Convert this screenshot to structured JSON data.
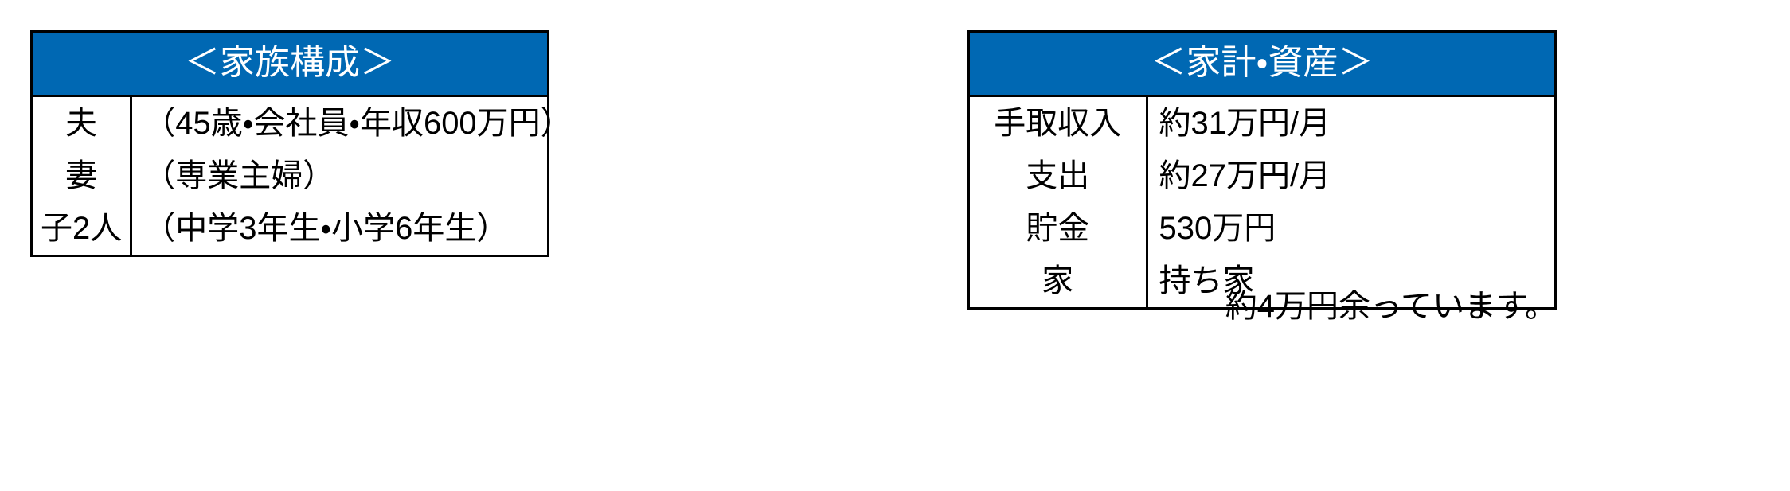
{
  "colors": {
    "header_blue": "#0068b3",
    "header_text": "#ffffff",
    "border": "#000000",
    "body_text": "#000000",
    "background": "#ffffff"
  },
  "family_table": {
    "header": "＜家族構成＞",
    "rows": [
      {
        "label": "夫",
        "value": "（45歳・会社員・年収600万円）"
      },
      {
        "label": "妻",
        "value": "（専業主婦）"
      },
      {
        "label": "子2人",
        "value": "（中学3年生・小学6年生）"
      }
    ]
  },
  "finance_table": {
    "header": "＜家計・資産＞",
    "rows": [
      {
        "label": "手取収入",
        "value": "約31万円/月"
      },
      {
        "label": "支出",
        "value": "約27万円/月"
      },
      {
        "label": "貯金",
        "value": "530万円"
      },
      {
        "label": "家",
        "value": "持ち家"
      }
    ]
  },
  "footer_note": "約4万円余っています。"
}
